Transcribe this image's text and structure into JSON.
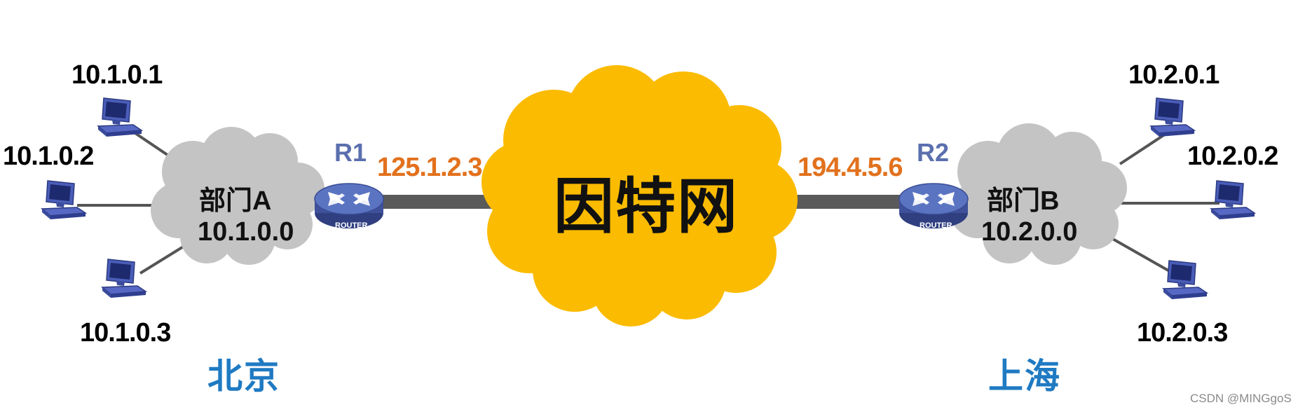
{
  "internet": {
    "label": "因特网"
  },
  "left_site": {
    "city": "北京",
    "network": {
      "name": "部门A",
      "address": "10.1.0.0"
    },
    "hosts": [
      "10.1.0.1",
      "10.1.0.2",
      "10.1.0.3"
    ],
    "router": {
      "name": "R1",
      "badge": "ROUTER",
      "wan_ip": "125.1.2.3"
    }
  },
  "right_site": {
    "city": "上海",
    "network": {
      "name": "部门B",
      "address": "10.2.0.0"
    },
    "hosts": [
      "10.2.0.1",
      "10.2.0.2",
      "10.2.0.3"
    ],
    "router": {
      "name": "R2",
      "badge": "ROUTER",
      "wan_ip": "194.4.5.6"
    }
  },
  "watermark": "CSDN @MINGgoS",
  "colors": {
    "internet_cloud": "#fbbb00",
    "lan_cloud": "#c4c4c4",
    "wan_ip_text": "#e2711d",
    "router_name_text": "#5b6fae",
    "city_text": "#1f7ac2",
    "router_body": "#4f66a8"
  },
  "icons": {
    "host": "computer-icon",
    "router": "router-icon"
  }
}
